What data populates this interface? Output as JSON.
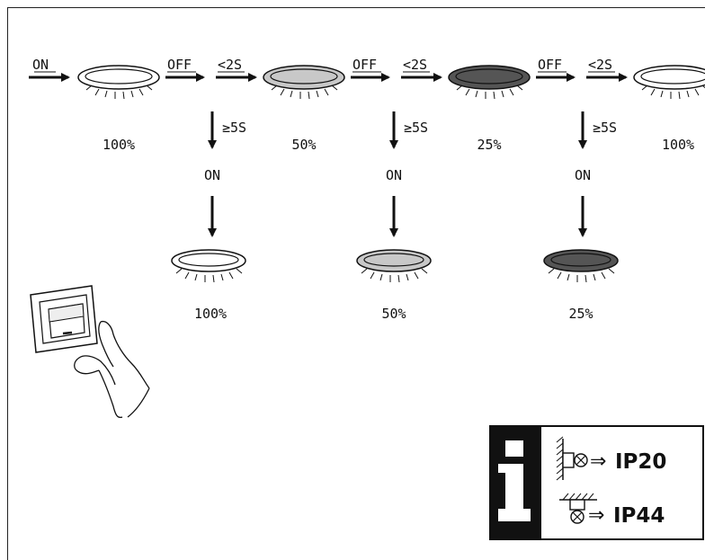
{
  "labels": {
    "on": "ON",
    "off": "OFF",
    "short_press": "<2S",
    "long_press": "≥5S"
  },
  "levels": {
    "full": "100%",
    "half": "50%",
    "quarter": "25%"
  },
  "info": {
    "wall_rating": "IP20",
    "ceiling_rating": "IP44",
    "implies": "⇒"
  },
  "colors": {
    "lamp_full": "#ffffff",
    "lamp_half": "#c8c8c8",
    "lamp_quarter": "#555555",
    "ink": "#111111"
  }
}
